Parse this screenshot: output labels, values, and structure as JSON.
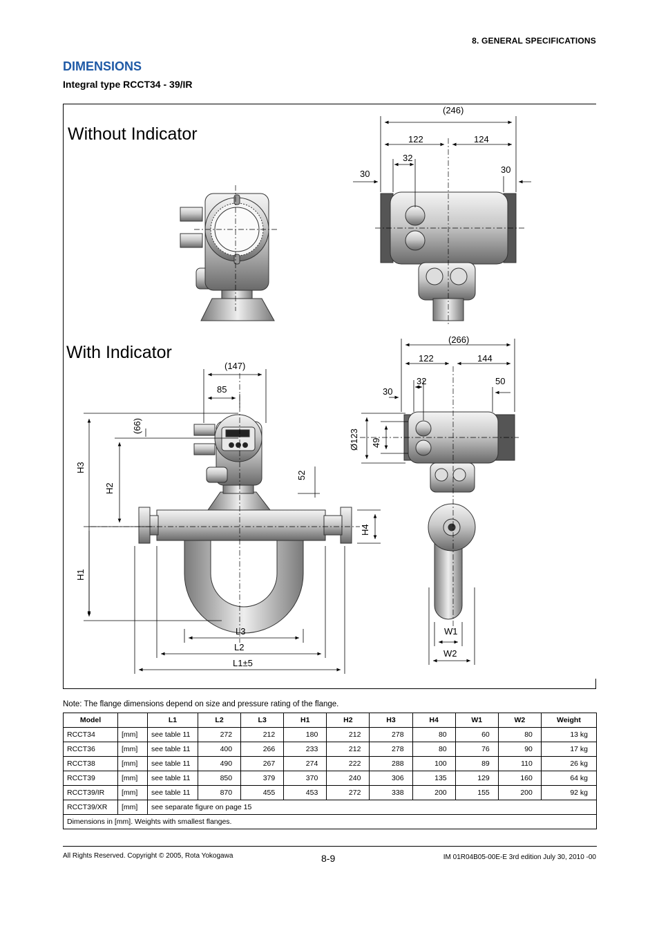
{
  "header": {
    "section": "8.  GENERAL SPECIFICATIONS"
  },
  "title": "DIMENSIONS",
  "subtitle": "Integral type RCCT34 - 39/IR",
  "figure": {
    "top_label": "Without Indicator",
    "bottom_label": "With Indicator",
    "top_dims": {
      "overall": "(246)",
      "left": "122",
      "right": "124",
      "small": "32",
      "left_edge": "30",
      "right_edge": "30"
    },
    "bottom_dims": {
      "overall": "(266)",
      "left": "122",
      "right": "144",
      "small": "32",
      "left_edge": "30",
      "right_edge": "50",
      "diameter": "Ø123",
      "height_small": "49",
      "w1": "W1",
      "w2": "W2"
    },
    "front_dims": {
      "width": "(147)",
      "offset": "85",
      "angle_height": "(66)",
      "top_offset": "52",
      "h1": "H1",
      "h2": "H2",
      "h3": "H3",
      "h4": "H4",
      "l1": "L1±5",
      "l2": "L2",
      "l3": "L3"
    }
  },
  "note": "Note: The flange dimensions depend on size and pressure rating of the flange.",
  "table": {
    "headers": [
      "Model",
      "",
      "L1",
      "L2",
      "L3",
      "H1",
      "H2",
      "H3",
      "H4",
      "W1",
      "W2",
      "Weight"
    ],
    "rows": [
      [
        "RCCT34",
        "[mm]",
        "see table 11",
        "272",
        "212",
        "180",
        "212",
        "278",
        "80",
        "60",
        "80",
        "13 kg"
      ],
      [
        "RCCT36",
        "[mm]",
        "see table 11",
        "400",
        "266",
        "233",
        "212",
        "278",
        "80",
        "76",
        "90",
        "17 kg"
      ],
      [
        "RCCT38",
        "[mm]",
        "see table 11",
        "490",
        "267",
        "274",
        "222",
        "288",
        "100",
        "89",
        "110",
        "26 kg"
      ],
      [
        "RCCT39",
        "[mm]",
        "see table 11",
        "850",
        "379",
        "370",
        "240",
        "306",
        "135",
        "129",
        "160",
        "64 kg"
      ],
      [
        "RCCT39/IR",
        "[mm]",
        "see table 11",
        "870",
        "455",
        "453",
        "272",
        "338",
        "200",
        "155",
        "200",
        "92 kg"
      ]
    ],
    "xr_row": {
      "model": "RCCT39/XR",
      "unit": "[mm]",
      "text": "see separate figure on page 15"
    },
    "footnote": "Dimensions in [mm].  Weights with smallest flanges."
  },
  "footer": {
    "copyright": "All Rights Reserved. Copyright © 2005, Rota Yokogawa",
    "page": "8-9",
    "doc_id": "IM 01R04B05-00E-E    3rd edition July 30, 2010 -00"
  }
}
